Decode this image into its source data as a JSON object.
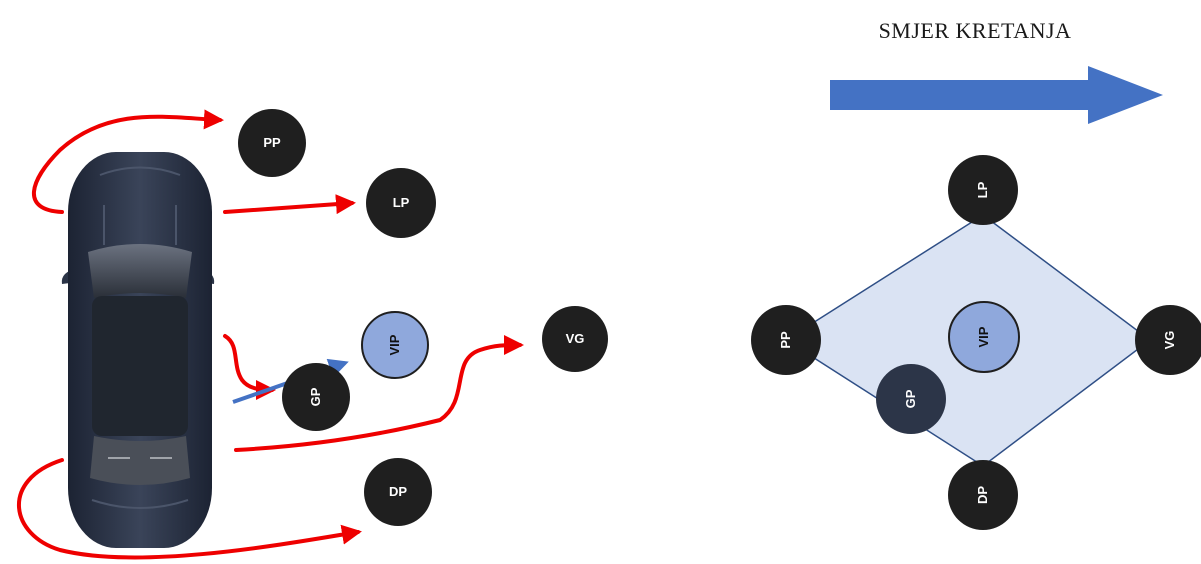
{
  "title": "SMJER KRETANJA",
  "colors": {
    "circle_dark": "#1f1f1f",
    "circle_vip": "#8fa8dc",
    "circle_gp_right": "#2c3548",
    "arrow_red": "#ee0000",
    "arrow_blue": "#4472c4",
    "diamond_fill": "#dae3f3",
    "diamond_stroke": "#2f4f86",
    "car_body": "#2b3447"
  },
  "left_group": {
    "pp": "PP",
    "lp": "LP",
    "vip": "VIP",
    "gp": "GP",
    "vg": "VG",
    "dp": "DP"
  },
  "right_group": {
    "lp": "LP",
    "pp": "PP",
    "vip": "VIP",
    "vg": "VG",
    "gp": "GP",
    "dp": "DP"
  }
}
